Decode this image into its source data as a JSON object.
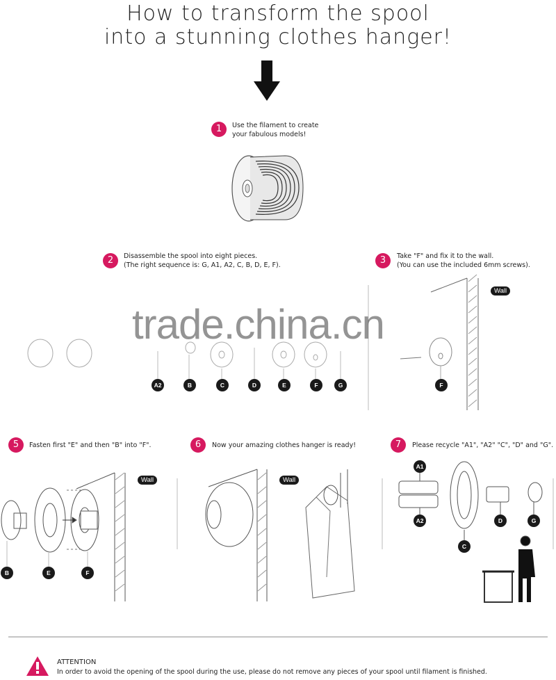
{
  "title_line1": "How to transform the spool",
  "title_line2": "into a stunning clothes hanger!",
  "steps": [
    {
      "num": "1",
      "line1": "Use the filament to create",
      "line2": "your fabulous models!"
    },
    {
      "num": "2",
      "line1": "Disassemble the spool into eight pieces.",
      "line2": "(The right sequence is: G, A1, A2, C, B, D, E, F)."
    },
    {
      "num": "3",
      "line1": "Take \"F\" and fix it to the wall.",
      "line2": "(You can use the included 6mm screws)."
    },
    {
      "num": "5",
      "line1": "Fasten first \"E\" and then \"B\" into \"F\"."
    },
    {
      "num": "6",
      "line1": "Now your amazing clothes hanger is ready!"
    },
    {
      "num": "7",
      "line1": "Please recycle \"A1\", \"A2\" \"C\", \"D\" and \"G\"."
    }
  ],
  "step2_labels": [
    "A2",
    "B",
    "C",
    "D",
    "E",
    "F",
    "G"
  ],
  "step3_labels": {
    "wall": "Wall",
    "part": "F"
  },
  "step5_labels": {
    "wall": "Wall",
    "parts": [
      "B",
      "E",
      "F"
    ]
  },
  "step6_labels": {
    "wall": "Wall"
  },
  "step7_labels": [
    "A1",
    "A2",
    "C",
    "D",
    "G"
  ],
  "watermark": "trade.china.cn",
  "attention": {
    "title": "ATTENTION",
    "text": "In order to avoid the opening of the spool during the use, please do not remove any pieces of your spool until filament is finished."
  },
  "colors": {
    "accent": "#d6195f",
    "label": "#1a1a1a"
  }
}
